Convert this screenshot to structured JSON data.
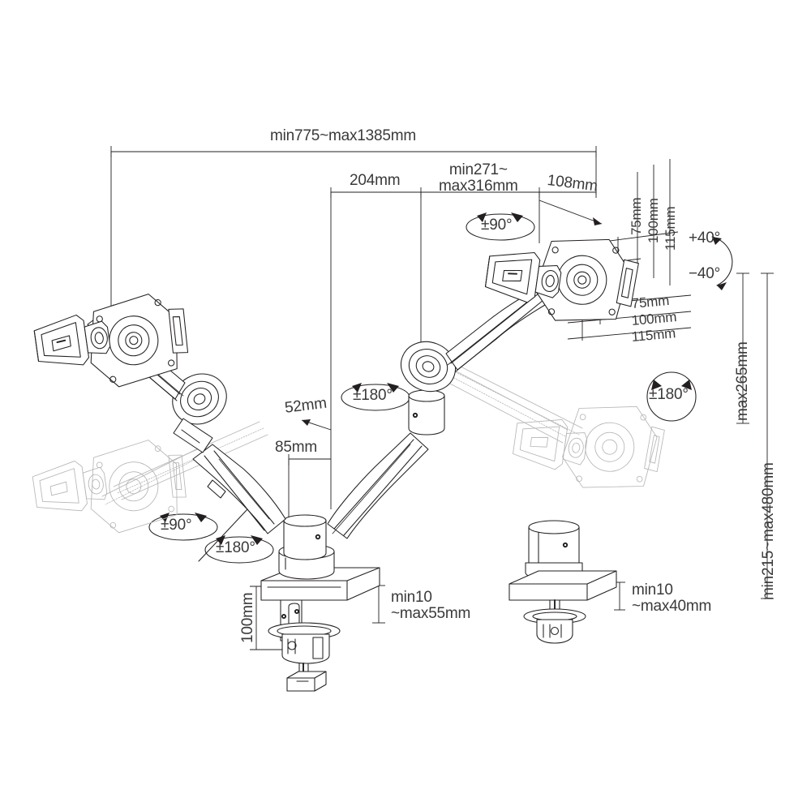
{
  "document": {
    "kind": "technical-dimension-drawing",
    "subject": "Dual monitor gas-spring desk mount arm",
    "background_color": "#ffffff",
    "line_color": "#231f20",
    "ghost_color": "#b6b6b6",
    "text_color": "#3a3a3a"
  },
  "dimensions": {
    "overall_reach": "min775~max1385mm",
    "segment_outer_arm": "204mm",
    "segment_inner_arm": "min271~\nmax316mm",
    "segment_head_offset": "108mm",
    "vesa_width_75": "75mm",
    "vesa_width_100": "100mm",
    "vesa_width_115": "115mm",
    "vesa_height_75": "75mm",
    "vesa_height_100": "100mm",
    "vesa_height_115": "115mm",
    "post_offset_52": "52mm",
    "post_offset_85": "85mm",
    "base_height_100": "100mm",
    "lift_max265": "max265mm",
    "height_range": "min215~max480mm",
    "clamp_thickness_c": "min10\n~max55mm",
    "grommet_thickness": "min10\n~max40mm"
  },
  "rotations": {
    "head_tilt_up": "+40°",
    "head_tilt_down": "−40°",
    "head_swivel_right": "±180°",
    "head_rotate_right": "±90°",
    "elbow_rotate": "±180°",
    "base_rotate_left": "±180°",
    "arm_rotate_left": "±90°"
  },
  "annotations": [
    {
      "id": "reach-total",
      "text": "min775~max1385mm"
    },
    {
      "id": "seg-204",
      "text": "204mm"
    },
    {
      "id": "seg-271-316",
      "text": "min271~\nmax316mm"
    },
    {
      "id": "seg-108",
      "text": "108mm"
    },
    {
      "id": "vesa-v-75",
      "text": "75mm"
    },
    {
      "id": "vesa-v-100",
      "text": "100mm"
    },
    {
      "id": "vesa-v-115",
      "text": "115mm"
    },
    {
      "id": "vesa-h-75",
      "text": "75mm"
    },
    {
      "id": "vesa-h-100",
      "text": "100mm"
    },
    {
      "id": "vesa-h-115",
      "text": "115mm"
    },
    {
      "id": "tilt-up",
      "text": "+40°"
    },
    {
      "id": "tilt-down",
      "text": "−40°"
    },
    {
      "id": "swivel-180-right",
      "text": "±180°"
    },
    {
      "id": "rotate-90-top",
      "text": "±90°"
    },
    {
      "id": "rotate-180-mid",
      "text": "±180°"
    },
    {
      "id": "rotate-90-left",
      "text": "±90°"
    },
    {
      "id": "rotate-180-left",
      "text": "±180°"
    },
    {
      "id": "offset-52",
      "text": "52mm"
    },
    {
      "id": "offset-85",
      "text": "85mm"
    },
    {
      "id": "base-100",
      "text": "100mm"
    },
    {
      "id": "lift-265",
      "text": "max265mm"
    },
    {
      "id": "range-215-480",
      "text": "min215~max480mm"
    },
    {
      "id": "clamp-range",
      "text": "min10\n~max55mm"
    },
    {
      "id": "grommet-range",
      "text": "min10\n~max40mm"
    }
  ]
}
